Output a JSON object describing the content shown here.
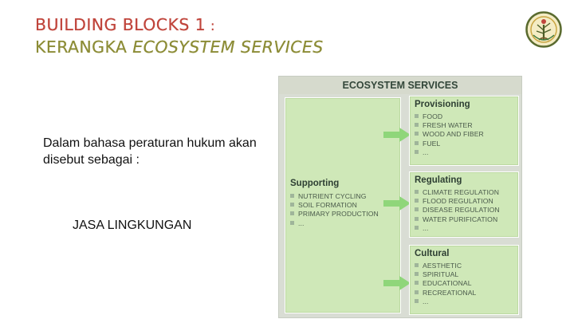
{
  "title": {
    "line1_main": "BUILDING BLOCKS 1",
    "line1_sep": " :",
    "line2_main": "KERANGKA ",
    "line2_italic": "ECOSYSTEM SERVICES"
  },
  "logo": {
    "icon": "ministry-tree-emblem"
  },
  "body": {
    "text": "Dalam bahasa peraturan hukum akan disebut sebagai :",
    "highlight": "JASA LINGKUNGAN"
  },
  "ecosystem": {
    "header": "ECOSYSTEM SERVICES",
    "supporting": {
      "title": "Supporting",
      "items": [
        "NUTRIENT CYCLING",
        "SOIL FORMATION",
        "PRIMARY PRODUCTION",
        "..."
      ]
    },
    "provisioning": {
      "title": "Provisioning",
      "items": [
        "FOOD",
        "FRESH WATER",
        "WOOD AND FIBER",
        "FUEL",
        "..."
      ]
    },
    "regulating": {
      "title": "Regulating",
      "items": [
        "CLIMATE REGULATION",
        "FLOOD REGULATION",
        "DISEASE REGULATION",
        "WATER PURIFICATION",
        "..."
      ]
    },
    "cultural": {
      "title": "Cultural",
      "items": [
        "AESTHETIC",
        "SPIRITUAL",
        "EDUCATIONAL",
        "RECREATIONAL",
        "..."
      ]
    }
  },
  "colors": {
    "title_line1": "#c0453c",
    "title_line2": "#8c8c36",
    "panel_fill": "#cfe8b8",
    "arrow": "#8fd67a"
  }
}
